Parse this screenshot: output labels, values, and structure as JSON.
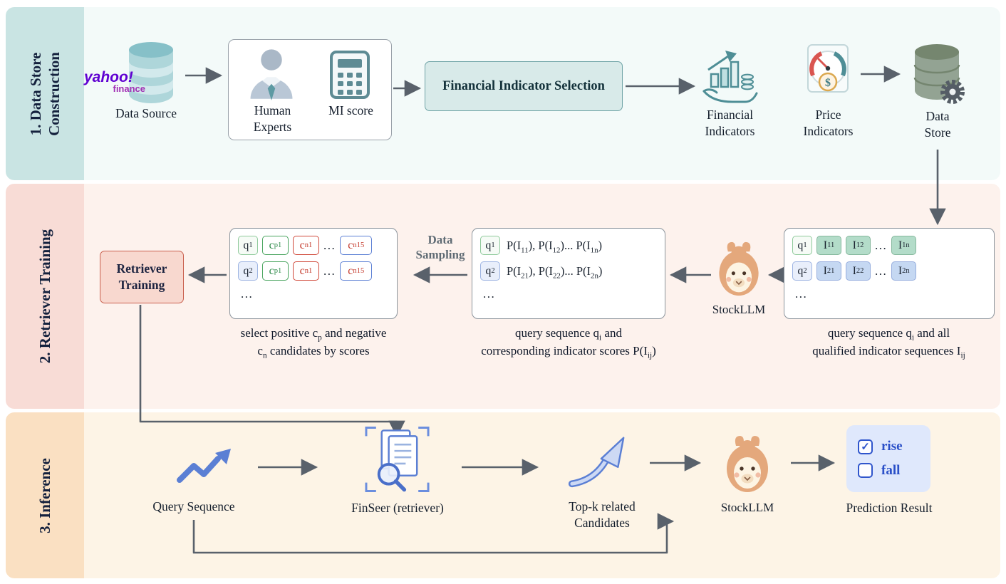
{
  "sections": [
    {
      "label": "1. Data Store\nConstruction"
    },
    {
      "label": "2. Retriever Training"
    },
    {
      "label": "3. Inference"
    }
  ],
  "icons": {
    "dollar": "$",
    "check": "✓"
  },
  "row1": {
    "yahoo_word": "yahoo!",
    "yahoo_finance": "finance",
    "data_source": "Data Source",
    "human_experts": "Human\nExperts",
    "mi_score": "MI score",
    "selection_box": "Financial Indicator Selection",
    "financial_indicators": "Financial\nIndicators",
    "price_indicators": "Price\nIndicators",
    "data_store": "Data\nStore"
  },
  "row2": {
    "retriever_training": "Retriever\nTraining",
    "data_sampling": "Data\nSampling",
    "stockllm": "StockLLM",
    "candidate_box": {
      "r1": [
        "q_{1}",
        "c_{p1}",
        "c_{n1}",
        "...",
        "c_{n15}"
      ],
      "r2": [
        "q_{2}",
        "c_{p1}",
        "c_{n1}",
        "...",
        "c_{n15}"
      ],
      "more": "...",
      "caption": "select positive c_{p} and negative\nc_{n} candidates by scores"
    },
    "score_box": {
      "r1_q": "q_{1}",
      "r1_text": "P(I_{11}), P(I_{12})... P(I_{1n})",
      "r2_q": "q_{2}",
      "r2_text": "P(I_{21}), P(I_{22})... P(I_{2n})",
      "more": "...",
      "caption": "query sequence q_{i} and\ncorresponding indicator scores P(I_{ij})"
    },
    "sequence_box": {
      "r1": [
        "q_{1}",
        "I_{11}",
        "I_{12}",
        "...",
        "I_{1n}"
      ],
      "r2": [
        "q_{2}",
        "I_{21}",
        "I_{22}",
        "...",
        "I_{2n}"
      ],
      "more": "...",
      "caption": "query sequence q_{i} and all\nqualified indicator sequences I_{ij}"
    }
  },
  "row3": {
    "query_sequence": "Query Sequence",
    "finseer": "FinSeer (retriever)",
    "topk": "Top-k related\nCandidates",
    "stockllm": "StockLLM",
    "rise": "rise",
    "fall": "fall",
    "prediction_result": "Prediction Result"
  },
  "colors": {
    "section1_label_bg": "#c9e4e3",
    "section1_bg": "#f3faf9",
    "section2_label_bg": "#f8dcd6",
    "section2_bg": "#fdf2ed",
    "section3_label_bg": "#fae0c2",
    "section3_bg": "#fdf4e6",
    "selection_box_bg": "#d8eae9",
    "retriever_box_bg": "#f8d8cf",
    "prediction_box_bg": "#dfe8fc",
    "arrow": "#59616b",
    "accent_teal": "#4e8e96",
    "accent_blue": "#5b7fd4",
    "positive_green": "#2e8b4a",
    "negative_red": "#c43a2c"
  }
}
